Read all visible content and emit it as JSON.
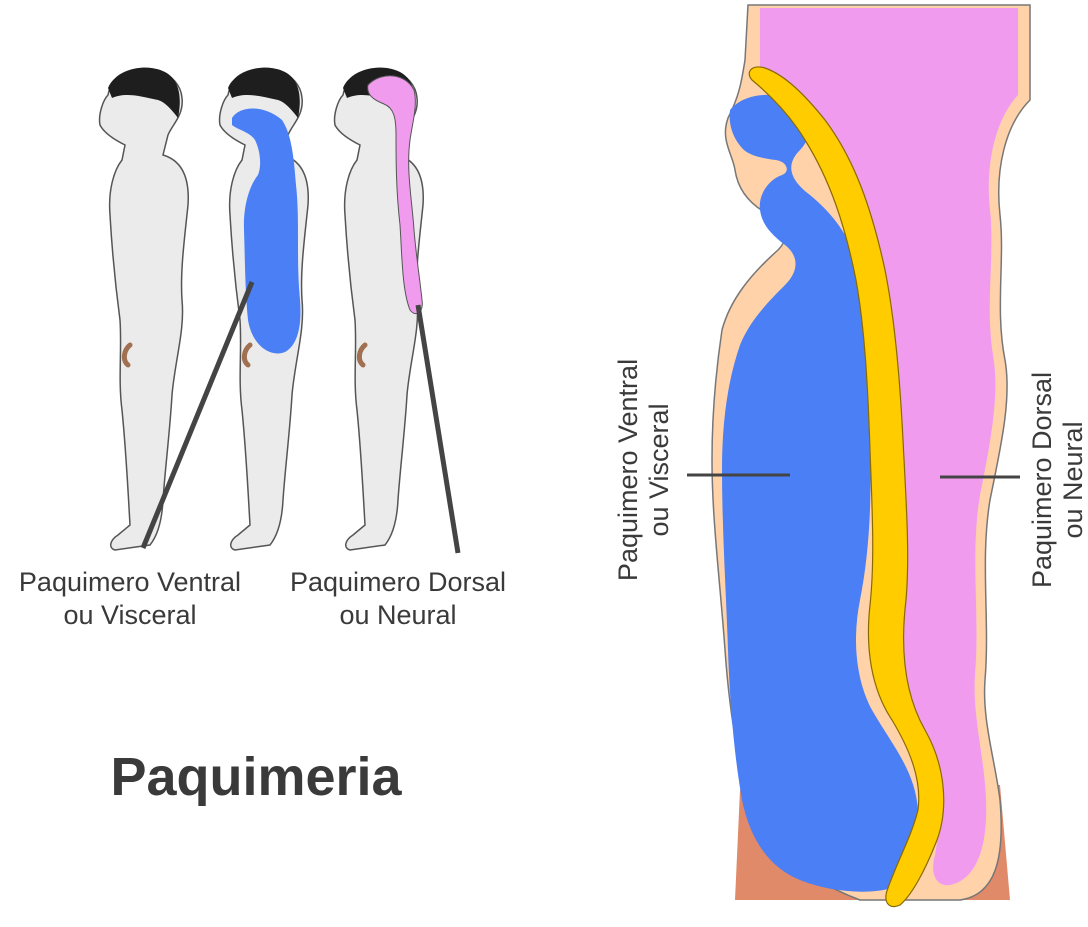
{
  "title": "Paquimeria",
  "left_labels": {
    "ventral_line1": "Paquimero Ventral",
    "ventral_line2": "ou Visceral",
    "dorsal_line1": "Paquimero Dorsal",
    "dorsal_line2": "ou Neural"
  },
  "right_labels": {
    "ventral_line1": "Paquimero Ventral",
    "ventral_line2": "ou Visceral",
    "dorsal_line1": "Paquimero Dorsal",
    "dorsal_line2": "ou Neural"
  },
  "colors": {
    "ventral": "#4a7ff5",
    "dorsal": "#f19bef",
    "spinal_cord": "#ffcc00",
    "skin": "#ffd2aa",
    "body_gray": "#ebebeb",
    "hair": "#1e1e1e",
    "base": "#e08a6a",
    "text": "#3a3a3a"
  }
}
